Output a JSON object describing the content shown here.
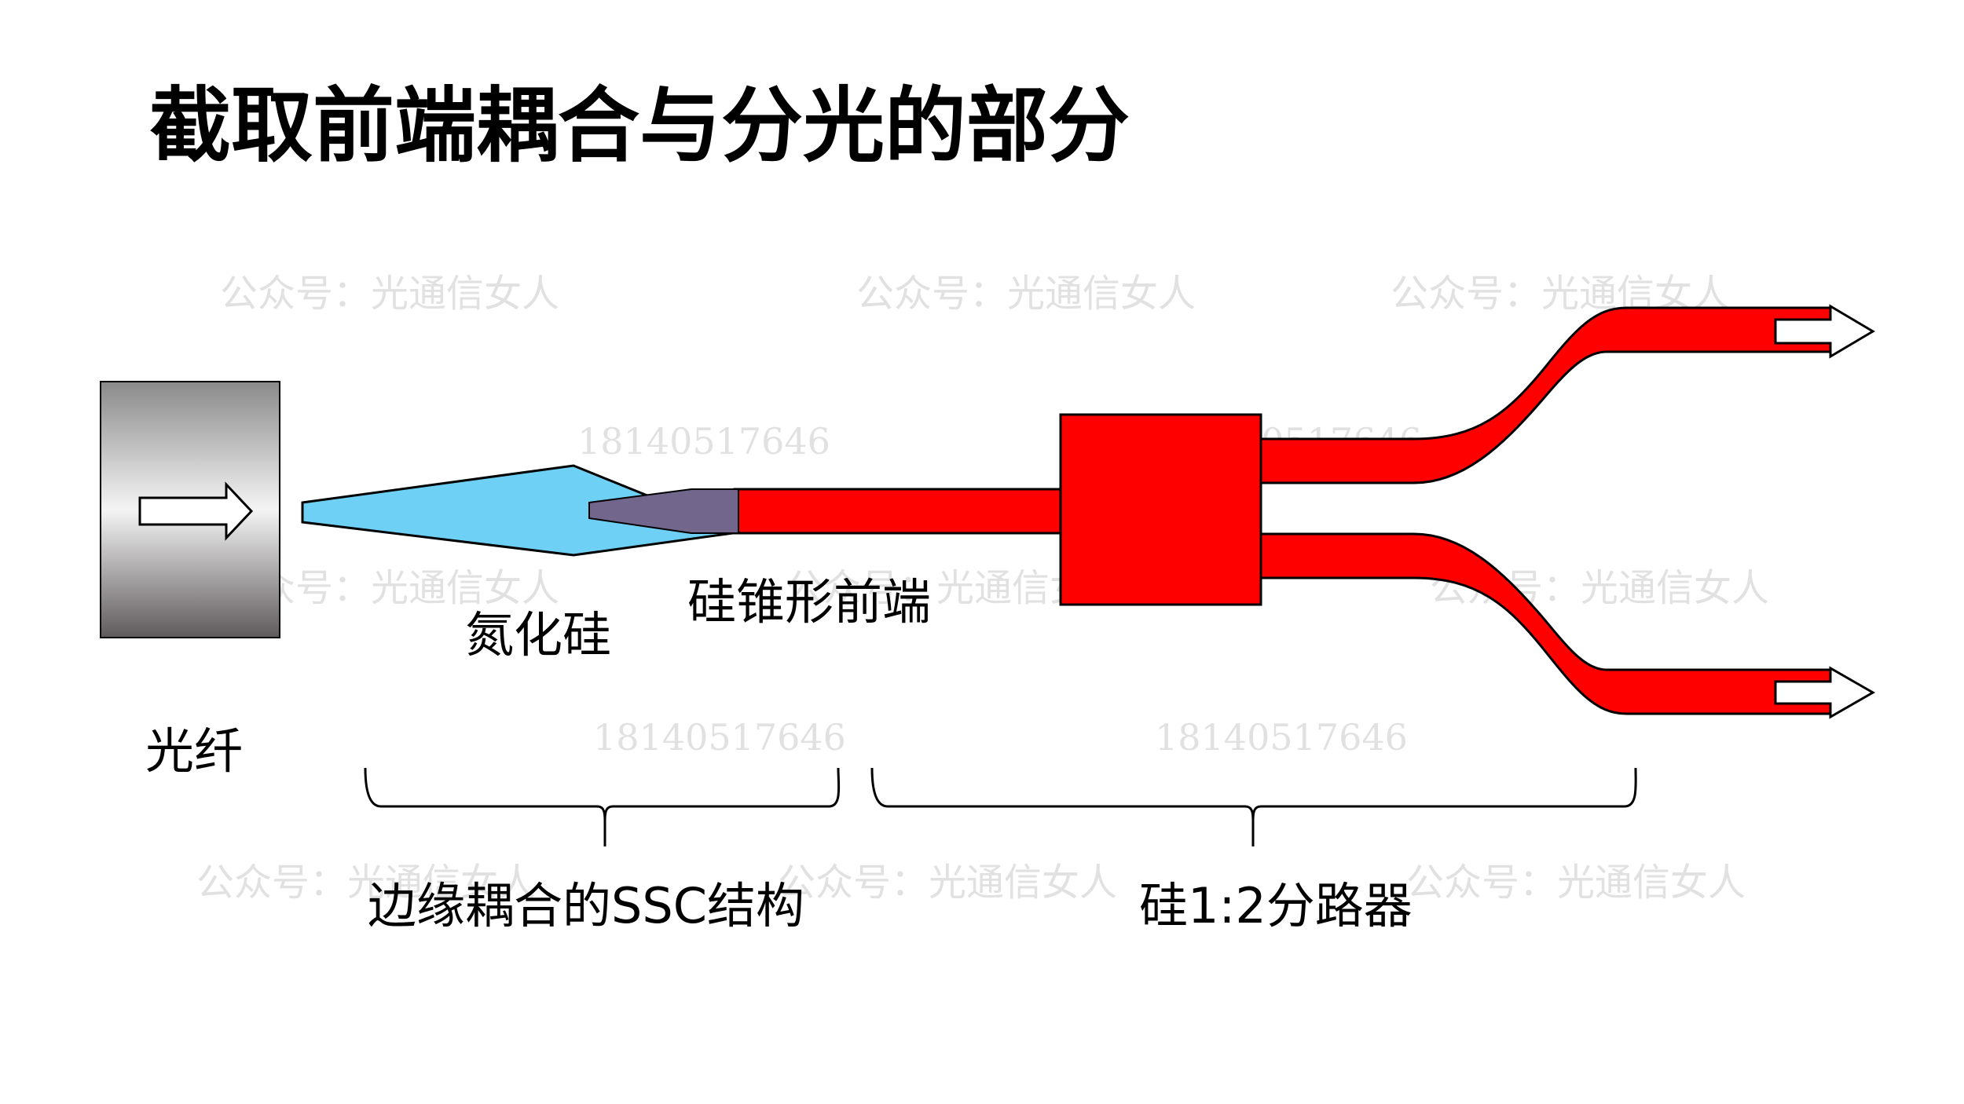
{
  "title": "截取前端耦合与分光的部分",
  "labels": {
    "fiber": "光纤",
    "nitride": "氮化硅",
    "taper": "硅锥形前端",
    "ssc": "边缘耦合的SSC结构",
    "splitter": "硅1:2分路器"
  },
  "watermarks": {
    "account": "公众号：光通信女人",
    "phone": "18140517646"
  },
  "colors": {
    "waveguide_red": "#ff0000",
    "nitride_blue": "#6ed0f5",
    "taper_overlap": "#73668c",
    "outline": "#000000",
    "watermark_gray": "#c8c8c8"
  },
  "icons": {
    "input_arrow": "right-arrow-outline-icon",
    "output_arrows": "right-arrow-outline-icon"
  }
}
